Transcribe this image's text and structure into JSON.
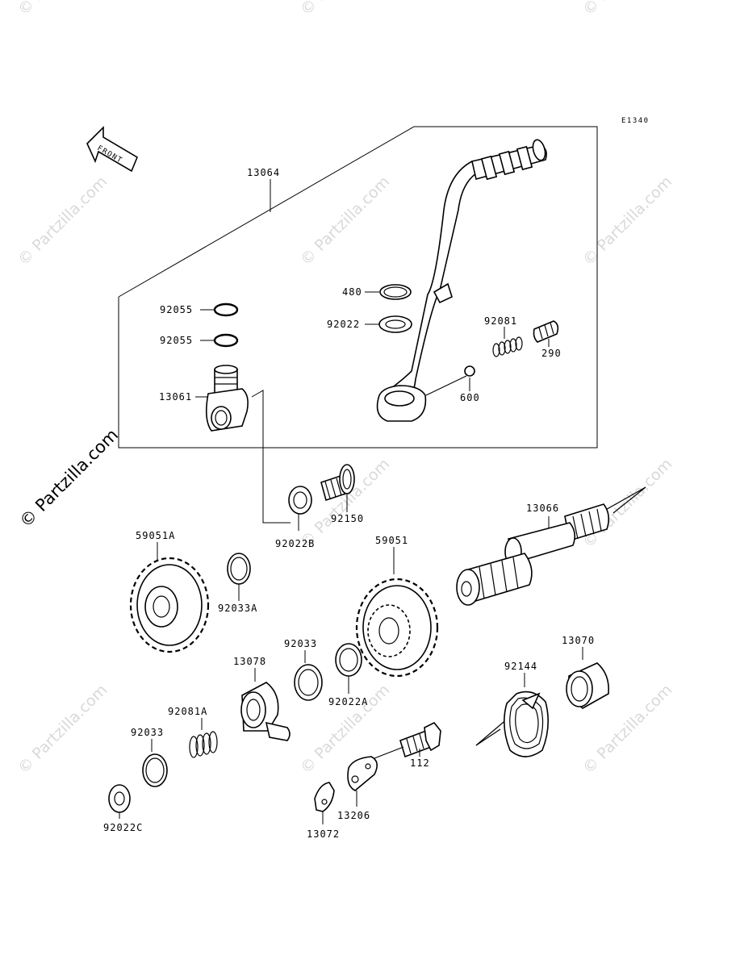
{
  "diagram_code": "E1340",
  "front_label": "FRONT",
  "watermark_text": "© Partzilla.com",
  "parts": {
    "p13064": "13064",
    "p92055a": "92055",
    "p92055b": "92055",
    "p13061": "13061",
    "p480": "480",
    "p92022": "92022",
    "p92081": "92081",
    "p290": "290",
    "p600": "600",
    "p92150": "92150",
    "p92022B": "92022B",
    "p13066": "13066",
    "p59051A": "59051A",
    "p92033A": "92033A",
    "p59051": "59051",
    "p92033": "92033",
    "p13078": "13078",
    "p92022A": "92022A",
    "p92144": "92144",
    "p13070": "13070",
    "p92081A": "92081A",
    "p92033b": "92033",
    "p112": "112",
    "p13206": "13206",
    "p92022C": "92022C",
    "p13072": "13072"
  }
}
